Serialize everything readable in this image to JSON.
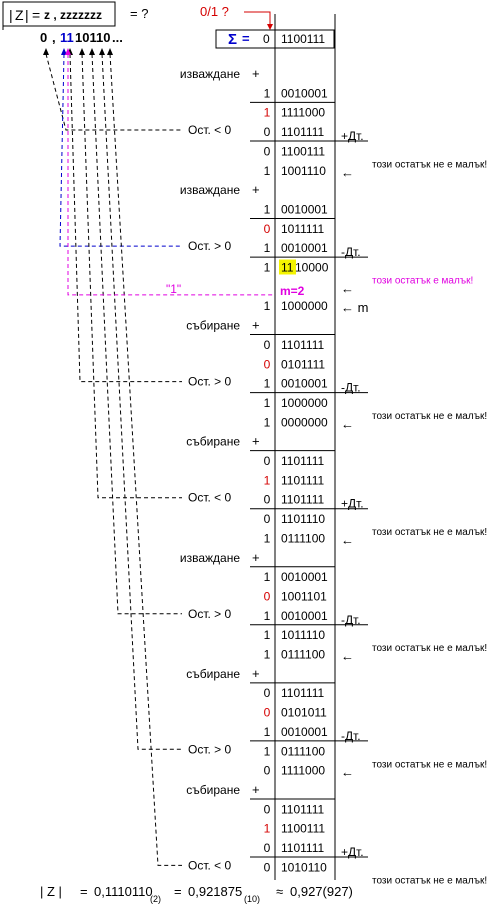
{
  "header": {
    "z_bar_left": "|",
    "z_letter": "Z",
    "z_bar_right": "|",
    "equals": "=",
    "z_pattern": "z , zzzzzzz",
    "equals_question": "= ?",
    "flag_question": "0/1 ?",
    "sigma": "Σ",
    "sigma_equals": "=",
    "sigma_sign": "0",
    "sigma_value": "1100111"
  },
  "result_digits": {
    "zero": "0",
    "comma": ",",
    "blue_digits": "11",
    "black_digits": "10110",
    "ellipsis": "..."
  },
  "rows": [
    {
      "label": "изваждане",
      "op": "+"
    },
    {
      "sign": "1",
      "value": "0010001"
    },
    {
      "sign": "1",
      "value": "1111000",
      "sign_red": true
    },
    {
      "sign": "0",
      "value": "1101111",
      "note": "+Дт."
    },
    {
      "sign": "0",
      "value": "1100111",
      "comment": "този остатък не е малък!"
    },
    {
      "sign": "1",
      "value": "1001110"
    },
    {
      "label": "изваждане",
      "op": "+"
    },
    {
      "sign": "1",
      "value": "0010001"
    },
    {
      "sign": "0",
      "value": "1011111",
      "sign_red": true
    },
    {
      "sign": "1",
      "value": "0010001",
      "note": "-Дт."
    },
    {
      "sign": "1",
      "value_highlight": "11",
      "value_rest": "10000",
      "comment": "този остатък е малък!"
    },
    {
      "m_label": "m=2",
      "quote_one": "\"1\""
    },
    {
      "sign": "1",
      "value": "1000000"
    },
    {
      "label": "събиране",
      "op": "+"
    },
    {
      "sign": "0",
      "value": "1101111"
    },
    {
      "sign": "0",
      "value": "0101111",
      "sign_red": true
    },
    {
      "sign": "1",
      "value": "0010001",
      "note": "-Дт."
    },
    {
      "sign": "1",
      "value": "1000000",
      "comment": "този остатък не е малък!"
    },
    {
      "sign": "1",
      "value": "0000000"
    },
    {
      "label": "събиране",
      "op": "+"
    },
    {
      "sign": "0",
      "value": "1101111"
    },
    {
      "sign": "1",
      "value": "1101111",
      "sign_red": true
    },
    {
      "sign": "0",
      "value": "1101111",
      "note": "+Дт."
    },
    {
      "sign": "0",
      "value": "1101110",
      "comment": "този остатък не е малък!"
    },
    {
      "sign": "1",
      "value": "0111100"
    },
    {
      "label": "изваждане",
      "op": "+"
    },
    {
      "sign": "1",
      "value": "0010001"
    },
    {
      "sign": "0",
      "value": "1001101",
      "sign_red": true
    },
    {
      "sign": "1",
      "value": "0010001",
      "note": "-Дт."
    },
    {
      "sign": "1",
      "value": "1011110",
      "comment": "този остатък не е малък!"
    },
    {
      "sign": "1",
      "value": "0111100"
    },
    {
      "label": "събиране",
      "op": "+"
    },
    {
      "sign": "0",
      "value": "1101111"
    },
    {
      "sign": "0",
      "value": "0101011",
      "sign_red": true
    },
    {
      "sign": "1",
      "value": "0010001",
      "note": "-Дт."
    },
    {
      "sign": "1",
      "value": "0111100",
      "comment": "този остатък не е малък!"
    },
    {
      "sign": "0",
      "value": "1111000"
    },
    {
      "label": "събиране",
      "op": "+"
    },
    {
      "sign": "0",
      "value": "1101111"
    },
    {
      "sign": "1",
      "value": "1100111",
      "sign_red": true
    },
    {
      "sign": "0",
      "value": "1101111",
      "note": "+Дт."
    },
    {
      "sign": "0",
      "value": "1010110",
      "comment": "този остатък не е малък!"
    }
  ],
  "remainders": [
    {
      "label": "Ост. < 0"
    },
    {
      "label": "Ост. > 0"
    },
    {
      "label": "Ост. > 0"
    },
    {
      "label": "Ост. < 0"
    },
    {
      "label": "Ост. > 0"
    },
    {
      "label": "Ост. > 0"
    },
    {
      "label": "Ост. < 0"
    }
  ],
  "left_arrows": [
    {
      "glyph": "←"
    },
    {
      "glyph": "←"
    },
    {
      "glyph": "← m"
    },
    {
      "glyph": "←"
    },
    {
      "glyph": "←"
    },
    {
      "glyph": "←"
    },
    {
      "glyph": "←"
    }
  ],
  "footer": {
    "lhs": "| Z |",
    "eq1": "=",
    "binary": "0,1110110",
    "binary_sub": "(2)",
    "eq2": "=",
    "decimal": "0,921875",
    "decimal_sub": "(10)",
    "approx": "≈",
    "rounded": "0,927(927)"
  },
  "colors": {
    "text": "#000000",
    "red": "#d40000",
    "blue": "#0000cc",
    "magenta": "#e000e0",
    "highlight": "#f4f400"
  }
}
